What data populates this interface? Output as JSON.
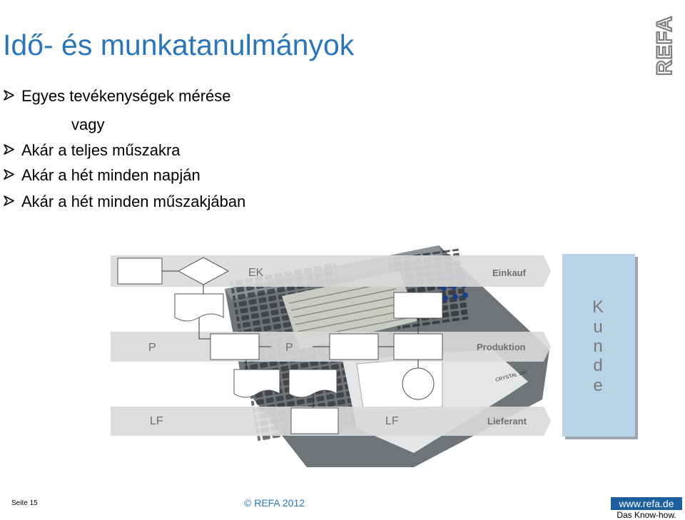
{
  "slide": {
    "title": "Idő- és munkatanulmányok",
    "bullets": [
      {
        "text": "Egyes tevékenységek mérése",
        "has_arrow": true
      },
      {
        "text": "vagy",
        "has_arrow": false
      },
      {
        "text": "Akár a teljes műszakra",
        "has_arrow": true
      },
      {
        "text": "Akár a hét minden napján",
        "has_arrow": true
      },
      {
        "text": "Akár a hét minden műszakjában",
        "has_arrow": true
      }
    ],
    "logo_text": "REFA"
  },
  "figure": {
    "lane_codes": [
      "EK",
      "P",
      "P",
      "LF",
      "LF"
    ],
    "lane_names": [
      "Einkauf",
      "Produktion",
      "Lieferant"
    ],
    "customer_letters": [
      "K",
      "u",
      "n",
      "d",
      "e"
    ],
    "terminal_label": "CRYSTAL 150"
  },
  "footer": {
    "page": "Seite 15",
    "copyright": "© REFA 2012",
    "url": "www.refa.de",
    "tagline": "Das Know-how."
  },
  "colors": {
    "title": "#2a76b8",
    "lane": "#d9d9d9",
    "customer_panel": "#b8d2e6",
    "url_box": "#1d5e9e"
  }
}
